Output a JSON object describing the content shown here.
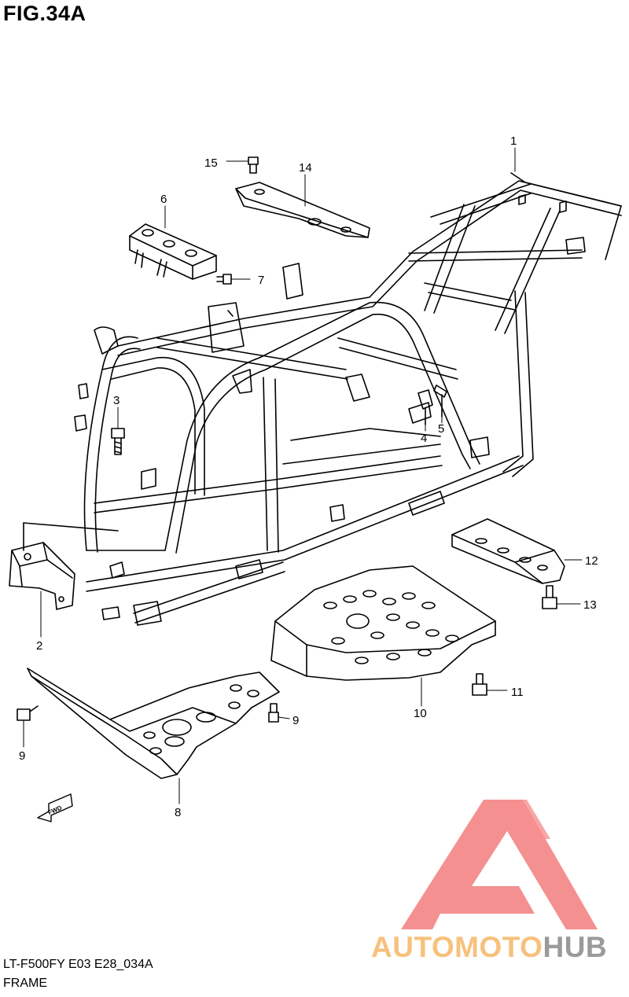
{
  "figure": {
    "title": "FIG.34A",
    "model_code": "LT-F500FY E03 E28_034A",
    "section_name": "FRAME"
  },
  "callouts": [
    {
      "id": "1",
      "label": "1"
    },
    {
      "id": "2",
      "label": "2"
    },
    {
      "id": "3",
      "label": "3"
    },
    {
      "id": "4",
      "label": "4"
    },
    {
      "id": "5",
      "label": "5"
    },
    {
      "id": "6",
      "label": "6"
    },
    {
      "id": "7",
      "label": "7"
    },
    {
      "id": "8",
      "label": "8"
    },
    {
      "id": "9a",
      "label": "9"
    },
    {
      "id": "9b",
      "label": "9"
    },
    {
      "id": "10",
      "label": "10"
    },
    {
      "id": "11",
      "label": "11"
    },
    {
      "id": "12",
      "label": "12"
    },
    {
      "id": "13",
      "label": "13"
    },
    {
      "id": "14",
      "label": "14"
    },
    {
      "id": "15",
      "label": "15"
    }
  ],
  "fwd_arrow": {
    "label": "FWD"
  },
  "watermark": {
    "part_a": "AUTOMOTO",
    "part_b": "HUB",
    "color_a": "#f7c17c",
    "color_b": "#9a9a9a",
    "logo_color": "#f26b6b"
  }
}
